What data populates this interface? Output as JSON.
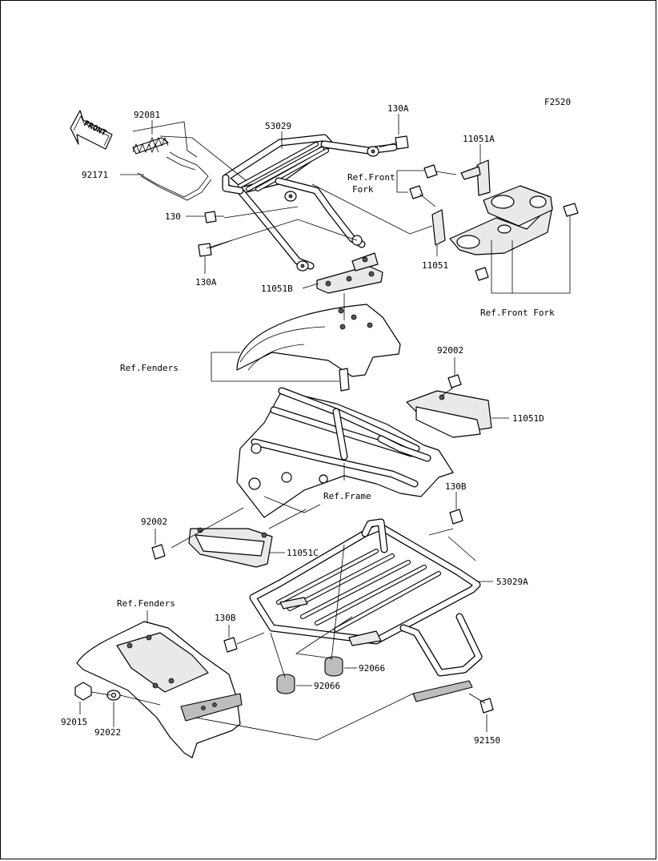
{
  "diagram_code": "F2520",
  "front_arrow": {
    "label": "FRONT"
  },
  "parts": {
    "p92081": "92081",
    "p53029": "53029",
    "p130A_top": "130A",
    "p92171": "92171",
    "p11051A": "11051A",
    "p130": "130",
    "p130A_left": "130A",
    "p11051B": "11051B",
    "p11051": "11051",
    "p92002_right": "92002",
    "p11051D": "11051D",
    "p130B_right": "130B",
    "p92002_left": "92002",
    "p11051C": "11051C",
    "p53029A": "53029A",
    "p130B_left": "130B",
    "p92066_a": "92066",
    "p92066_b": "92066",
    "p92015": "92015",
    "p92022": "92022",
    "p92150": "92150"
  },
  "refs": {
    "front_fork_1": "Ref.Front",
    "front_fork_2": "Fork",
    "front_fork_bottom": "Ref.Front Fork",
    "fenders_front": "Ref.Fenders",
    "frame": "Ref.Frame",
    "fenders_rear": "Ref.Fenders"
  }
}
